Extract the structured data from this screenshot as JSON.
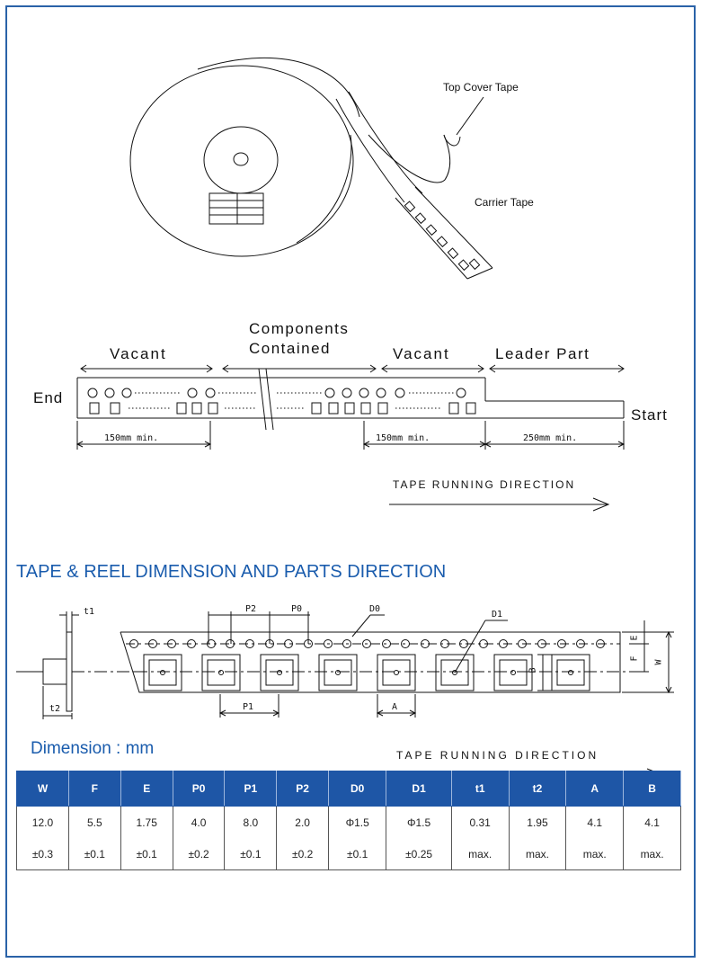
{
  "labels": {
    "top_cover_tape": "Top Cover Tape",
    "carrier_tape": "Carrier Tape",
    "components_line1": "Components",
    "components_line2": "Contained",
    "vacant_left": "Vacant",
    "vacant_right": "Vacant",
    "leader_part": "Leader Part",
    "end": "End",
    "start": "Start",
    "dim_150_left": "150mm min.",
    "dim_150_right": "150mm min.",
    "dim_250": "250mm min.",
    "running_1": "TAPE RUNNING DIRECTION",
    "running_2": "TAPE RUNNING DIRECTION"
  },
  "section_title": "TAPE & REEL DIMENSION AND PARTS DIRECTION",
  "dim_caption": "Dimension : mm",
  "tape_labels": {
    "t1": "t1",
    "t2": "t2",
    "p2": "P2",
    "p0": "P0",
    "d0": "D0",
    "d1": "D1",
    "p1": "P1",
    "a": "A",
    "b": "B",
    "e": "E",
    "f": "F",
    "w": "W"
  },
  "table": {
    "headers": [
      "W",
      "F",
      "E",
      "P0",
      "P1",
      "P2",
      "D0",
      "D1",
      "t1",
      "t2",
      "A",
      "B"
    ],
    "values": [
      "12.0",
      "5.5",
      "1.75",
      "4.0",
      "8.0",
      "2.0",
      "Φ1.5",
      "Φ1.5",
      "0.31",
      "1.95",
      "4.1",
      "4.1"
    ],
    "tolerances": [
      "±0.3",
      "±0.1",
      "±0.1",
      "±0.2",
      "±0.1",
      "±0.2",
      "±0.1",
      "±0.25",
      "max.",
      "max.",
      "max.",
      "max."
    ]
  },
  "colors": {
    "accent": "#1e56a6",
    "frame": "#2a62a8"
  }
}
